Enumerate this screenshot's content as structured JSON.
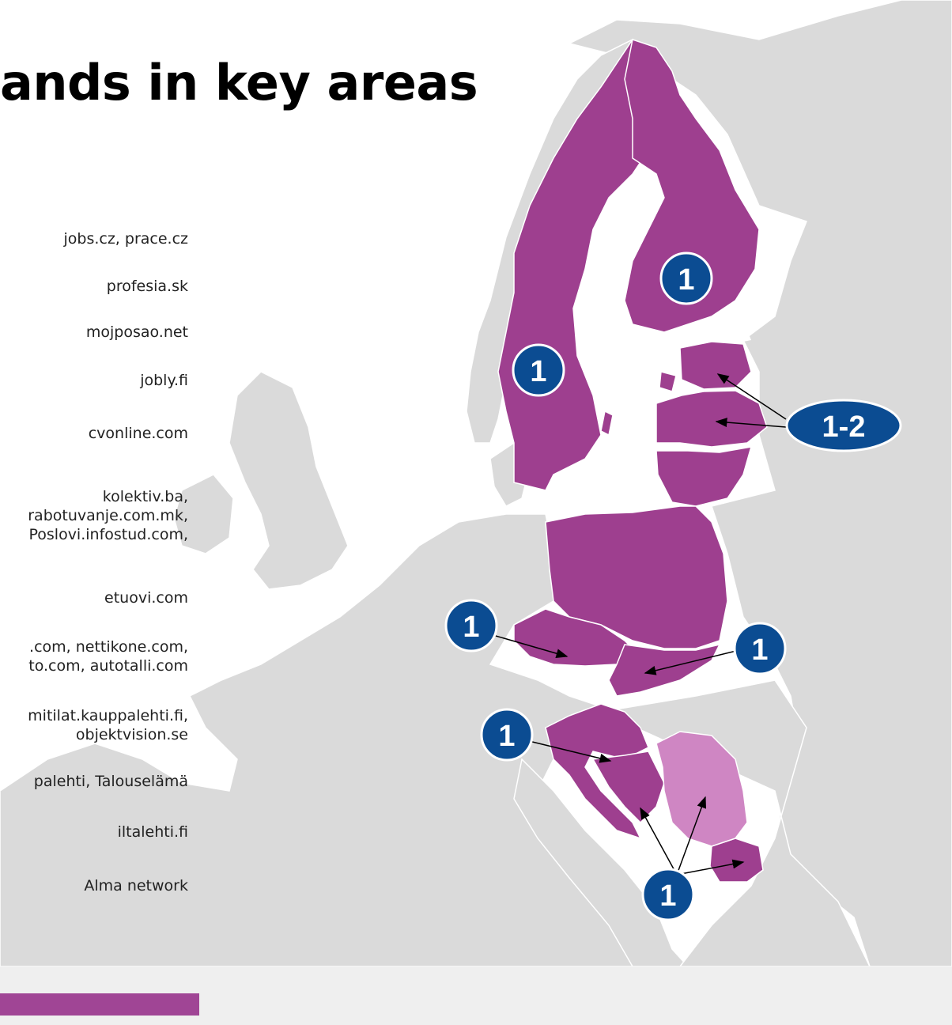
{
  "title": "ands in key areas",
  "brands": [
    {
      "lines": [
        "jobs.cz, prace.cz"
      ]
    },
    {
      "lines": [
        "profesia.sk"
      ]
    },
    {
      "lines": [
        "mojposao.net"
      ]
    },
    {
      "lines": [
        "jobly.fi"
      ]
    },
    {
      "lines": [
        "cvonline.com"
      ]
    },
    {
      "lines": [
        "kolektiv.ba,",
        "rabotuvanje.com.mk,",
        "Poslovi.infostud.com,"
      ]
    },
    {
      "lines": [
        "etuovi.com"
      ]
    },
    {
      "lines": [
        ".com, nettikone.com,",
        "to.com, autotalli.com"
      ]
    },
    {
      "lines": [
        "mitilat.kauppalehti.fi,",
        "objektvision.se"
      ]
    },
    {
      "lines": [
        "palehti, Talouselämä"
      ]
    },
    {
      "lines": [
        "iltalehti.fi"
      ]
    },
    {
      "lines": [
        "Alma network"
      ]
    }
  ],
  "badges": [
    {
      "label": "1"
    },
    {
      "label": "1"
    },
    {
      "label": "1-2"
    },
    {
      "label": "1"
    },
    {
      "label": "1"
    },
    {
      "label": "1"
    },
    {
      "label": "1"
    }
  ],
  "colors": {
    "primary_region": "#9e3f8f",
    "secondary_region": "#cf86c3",
    "land": "#dadada",
    "water": "#ffffff",
    "badge": "#0b4c92",
    "accent": "#a04595",
    "footer": "#efefef"
  }
}
